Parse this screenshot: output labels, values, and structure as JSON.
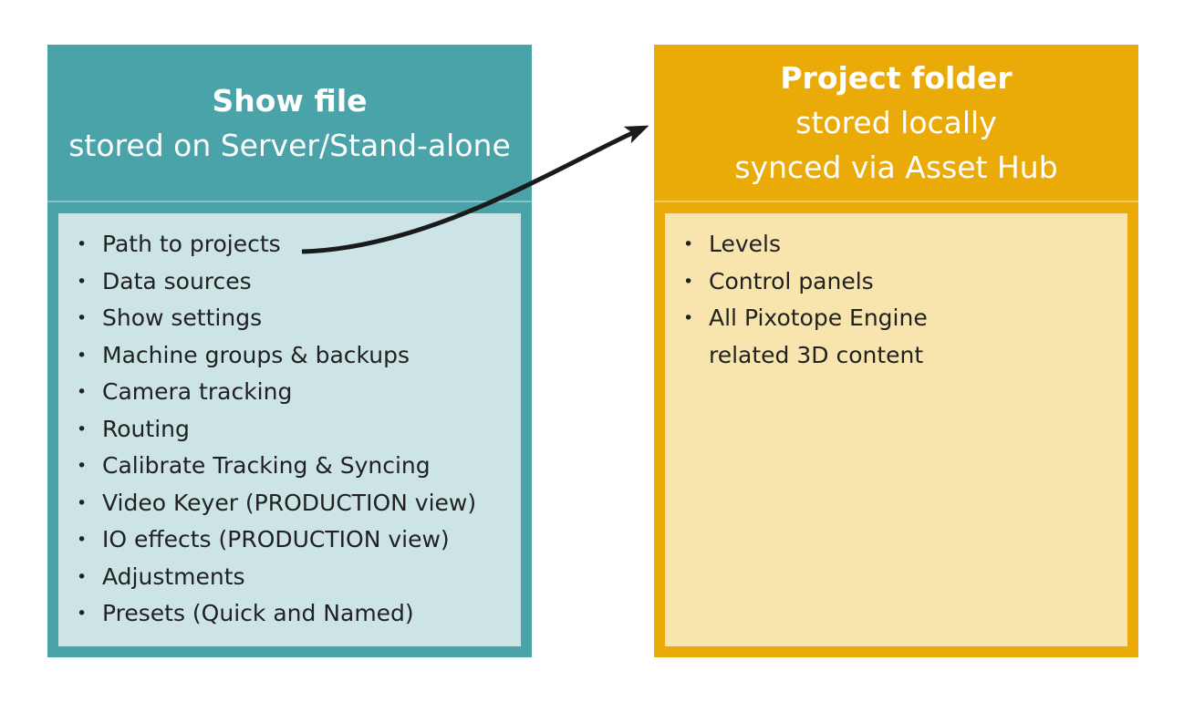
{
  "page": {
    "background": "#ffffff"
  },
  "glyphs": {
    "bullet": "•"
  },
  "left_box": {
    "title": "Show file",
    "subtitle": "stored on Server/Stand-alone",
    "items": [
      "Path to projects",
      "Data sources",
      "Show settings",
      "Machine groups & backups",
      "Camera tracking",
      "Routing",
      "Calibrate Tracking & Syncing",
      "Video Keyer (PRODUCTION view)",
      "IO effects (PRODUCTION view)",
      "Adjustments",
      "Presets (Quick and Named)"
    ],
    "colors": {
      "header_bg": "#49A3A8",
      "panel_bg": "#CCE4E5",
      "text": "#212121",
      "header_text": "#FFFFFF"
    }
  },
  "right_box": {
    "title": "Project folder",
    "subtitle_line1": "stored locally",
    "subtitle_line2": "synced via Asset Hub",
    "items": [
      "Levels",
      "Control panels",
      "All Pixotope Engine related 3D content"
    ],
    "colors": {
      "header_bg": "#EAAB08",
      "panel_bg": "#F8E5AD",
      "text": "#212121",
      "header_text": "#FFFFFF"
    }
  },
  "arrow": {
    "from": "Path to projects",
    "to": "Project folder",
    "color": "#1A1A1A"
  }
}
